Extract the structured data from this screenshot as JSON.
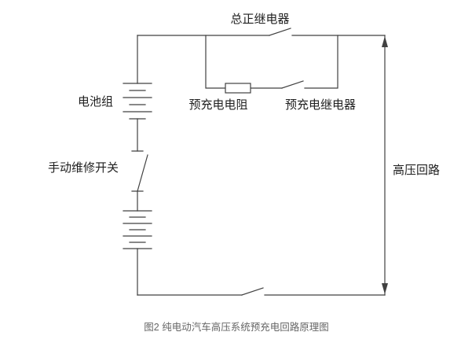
{
  "figure": {
    "caption": "图2 纯电动汽车高压系统预充电回路原理图"
  },
  "labels": {
    "main_positive_relay": "总正继电器",
    "precharge_resistor": "预充电电阻",
    "precharge_relay": "预充电继电器",
    "battery_pack": "电池组",
    "manual_service_switch": "手动维修开关",
    "high_voltage_loop": "高压回路"
  },
  "colors": {
    "line": "#414141",
    "label_text": "#1f1f1f",
    "caption_text": "#666666",
    "background": "#ffffff"
  }
}
